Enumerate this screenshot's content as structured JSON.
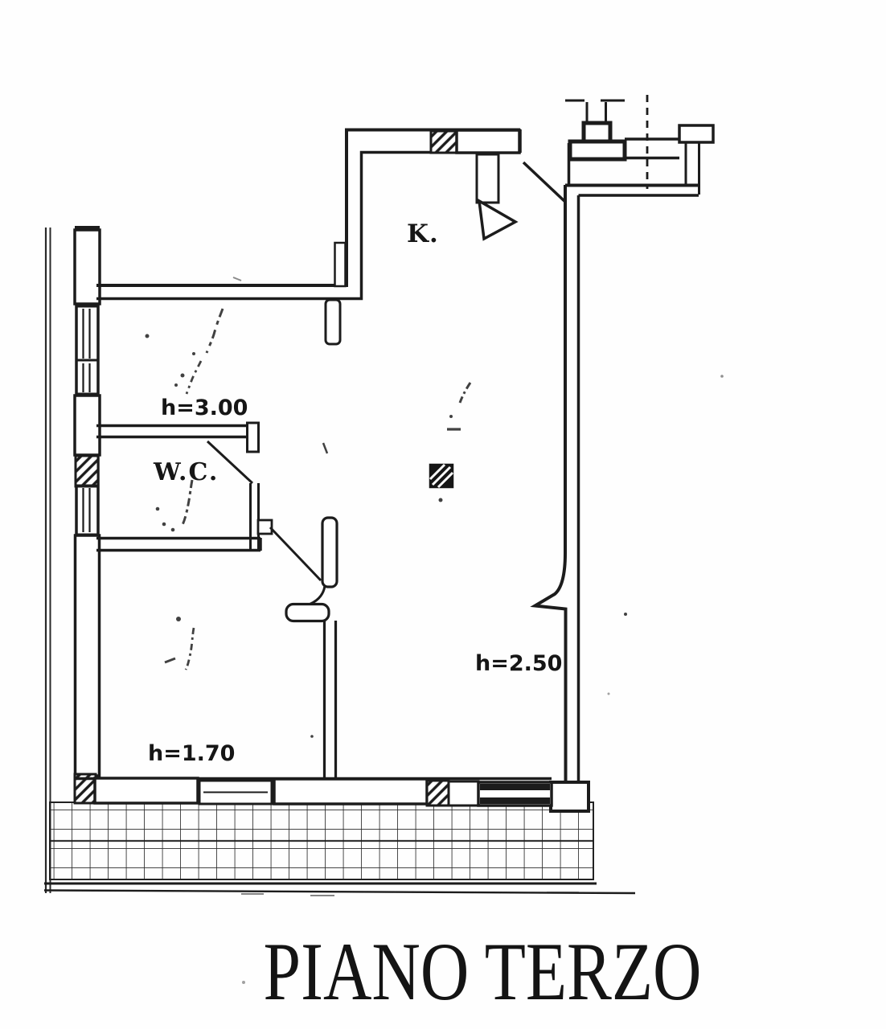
{
  "plan": {
    "labels": {
      "kitchen": "K.",
      "upper_room_height": "h=3.00",
      "wc": "W.C.",
      "main_room_height": "h=2.50",
      "lower_room_height": "h=1.70"
    },
    "title": "PIANO TERZO",
    "ink_color": "#1c1c1c",
    "paper_color": "#fefefe",
    "symbols": {
      "hatched_wall": "diagonal-hatch-icon",
      "column": "hatched-square-icon",
      "balcony_floor": "tile-grid-icon",
      "door": "swing-leaf-icon",
      "window": "double-line-box-icon",
      "flue": "chimney-icon",
      "section_line": "dashed-line-icon"
    }
  }
}
